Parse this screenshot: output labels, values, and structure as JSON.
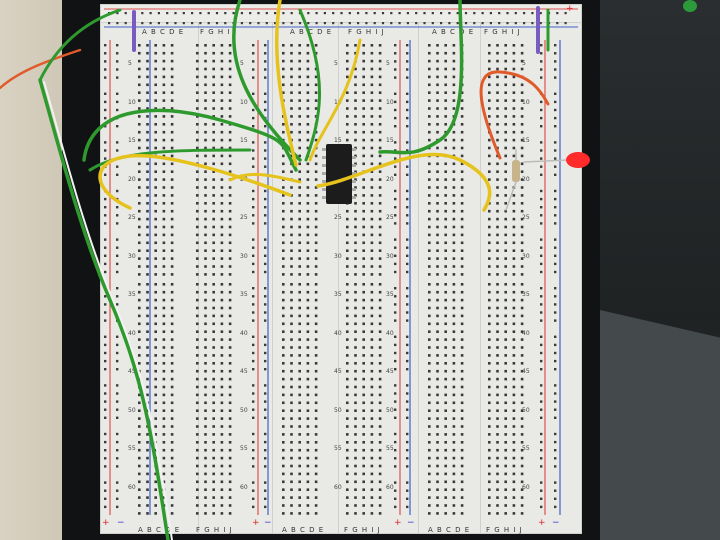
{
  "scene": {
    "column_labels_left": "A B C D E",
    "column_labels_right": "F G H I J",
    "row_numbers": [
      "5",
      "10",
      "15",
      "20",
      "25",
      "30",
      "35",
      "40",
      "45",
      "50",
      "55",
      "60"
    ],
    "rail_plus": "+",
    "rail_minus": "−"
  },
  "colors": {
    "breadboard": "#e9eae6",
    "hole": "#3a3a3a",
    "rail_red": "#e05050",
    "rail_blue": "#4060c8",
    "wire_green": "#2e9a2e",
    "wire_yellow": "#e6c21c",
    "wire_orange": "#e05a2a",
    "wire_white": "#f2f2f2",
    "wire_purple": "#7a5cc0",
    "chip": "#1c1c1c",
    "led": "#ff2a2a"
  }
}
